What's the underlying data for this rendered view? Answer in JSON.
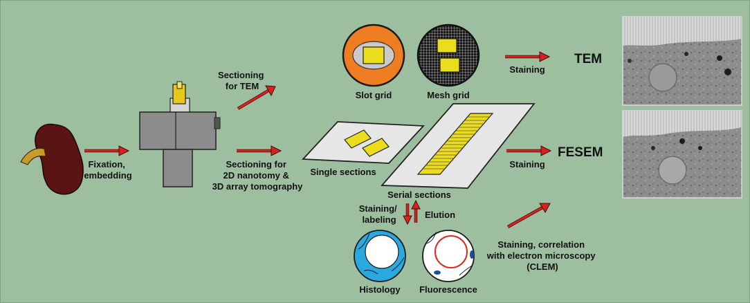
{
  "colors": {
    "background": "#9dbfa0",
    "arrow": "#d8221e",
    "kidney": "#5a1414",
    "ureter": "#c99a2e",
    "microtome": "#8c8c8c",
    "slot_grid": "#ef7d22",
    "section_yellow": "#ecdc1e",
    "histology": "#2aa8e0",
    "fluorescence_ring": "#e0241c",
    "fluorescence_dot": "#1a4fa0"
  },
  "labels": {
    "fixation": [
      "Fixation,",
      "embedding"
    ],
    "sectioning_tem": [
      "Sectioning",
      "for TEM"
    ],
    "sectioning_2d": [
      "Sectioning for",
      "2D nanotomy &",
      "3D array tomography"
    ],
    "slot_grid": "Slot grid",
    "mesh_grid": "Mesh grid",
    "staining_tem": "Staining",
    "tem": "TEM",
    "single_sections": "Single sections",
    "serial_sections": "Serial sections",
    "staining_fesem": "Staining",
    "fesem": "FESEM",
    "staining_labeling": [
      "Staining/",
      "labeling"
    ],
    "elution": "Elution",
    "histology": "Histology",
    "fluorescence": "Fluorescence",
    "clem": [
      "Staining, correlation",
      "with electron microscopy",
      "(CLEM)"
    ]
  }
}
